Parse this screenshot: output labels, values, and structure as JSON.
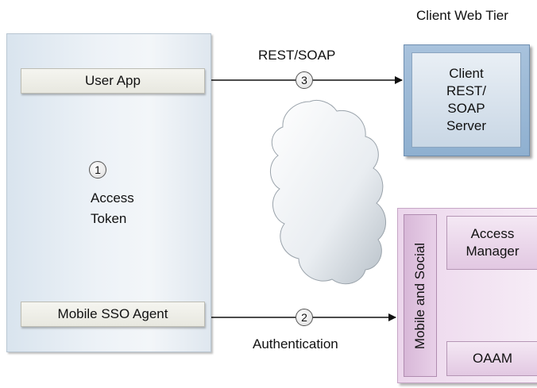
{
  "tier_label": "Client Web Tier",
  "user_app": "User App",
  "mobile_sso_agent": "Mobile SSO Agent",
  "rest_soap_label": "REST/SOAP",
  "access_token": {
    "line1": "Access",
    "line2": "Token"
  },
  "authentication_label": "Authentication",
  "server": {
    "line1": "Client",
    "line2": "REST/",
    "line3": "SOAP",
    "line4": "Server"
  },
  "mobile_and_social": "Mobile and Social",
  "access_manager": {
    "line1": "Access",
    "line2": "Manager"
  },
  "oaam": "OAAM",
  "steps": {
    "one": "1",
    "two": "2",
    "three": "3"
  },
  "colors": {
    "device": "#e6edf4",
    "server": "#9fbad6",
    "mobile": "#ecd6ec"
  }
}
